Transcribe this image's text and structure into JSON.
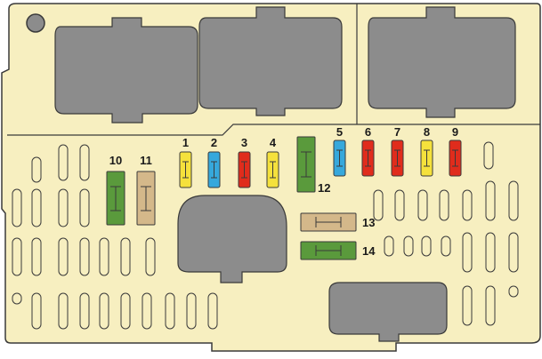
{
  "colors": {
    "panel": "#f7efc0",
    "outline": "#3a3a3a",
    "block": "#8c8c8c",
    "slot": "#f7efc0",
    "yellow": "#f5e13c",
    "blue": "#36a8dc",
    "red": "#e02c1c",
    "green": "#5a9a3c",
    "tan": "#d4b88a"
  },
  "fuses": [
    {
      "label": "1",
      "color": "yellow",
      "kind": "mini"
    },
    {
      "label": "2",
      "color": "blue",
      "kind": "mini"
    },
    {
      "label": "3",
      "color": "red",
      "kind": "mini"
    },
    {
      "label": "4",
      "color": "yellow",
      "kind": "mini"
    },
    {
      "label": "5",
      "color": "blue",
      "kind": "mini"
    },
    {
      "label": "6",
      "color": "red",
      "kind": "mini"
    },
    {
      "label": "7",
      "color": "red",
      "kind": "mini"
    },
    {
      "label": "8",
      "color": "yellow",
      "kind": "mini"
    },
    {
      "label": "9",
      "color": "red",
      "kind": "mini"
    },
    {
      "label": "10",
      "color": "green",
      "kind": "maxi"
    },
    {
      "label": "11",
      "color": "tan",
      "kind": "maxi"
    },
    {
      "label": "12",
      "color": "green",
      "kind": "maxi"
    },
    {
      "label": "13",
      "color": "tan",
      "kind": "maxi-horizontal"
    },
    {
      "label": "14",
      "color": "green",
      "kind": "maxi-horizontal"
    }
  ]
}
